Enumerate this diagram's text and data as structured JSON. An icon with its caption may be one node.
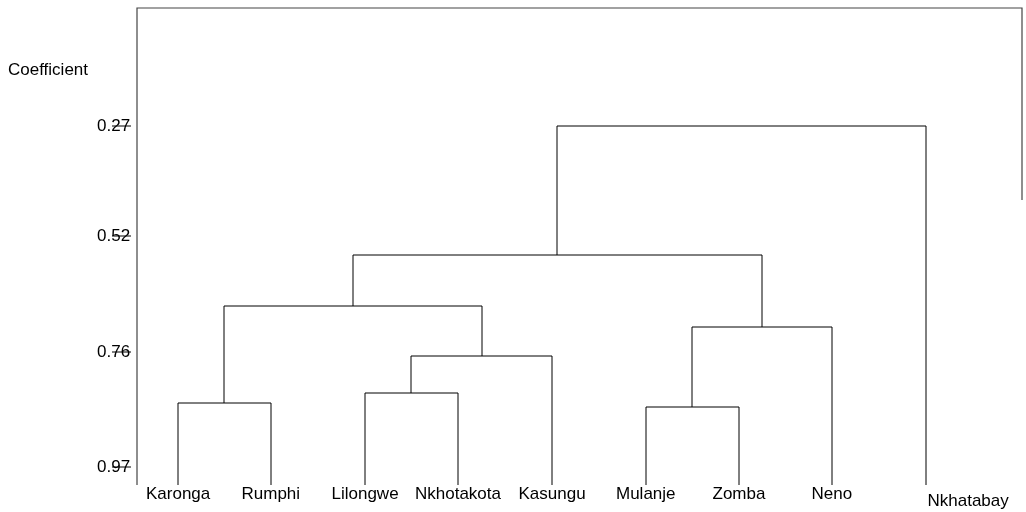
{
  "diagram": {
    "labels": [
      "Coefficient",
      "0.27",
      "0.52",
      "0.76",
      "0.97",
      "Karonga",
      "Rumphi",
      "Lilongwe",
      "Nkhotakota",
      "Kasungu",
      "Mulanje",
      "Zomba",
      "Neno",
      "Nkhatabay"
    ]
  }
}
